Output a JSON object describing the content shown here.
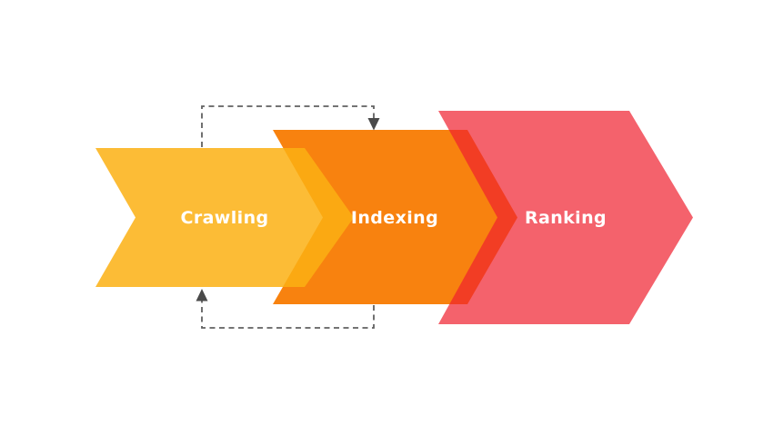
{
  "diagram": {
    "type": "process-flow",
    "background": "#FFFFFF",
    "stages": [
      {
        "label": "Crawling",
        "fill": "rgba(251,176,19,0.85)",
        "rendered_hex": "#FBBE3D"
      },
      {
        "label": "Indexing",
        "fill": "#F8820F",
        "rendered_hex": "#F8820F"
      },
      {
        "label": "Ranking",
        "fill": "rgba(239,31,45,0.70)",
        "rendered_hex": "#F4636D"
      }
    ],
    "overlap_colors": {
      "crawling_over_indexing": "#F9A71E",
      "ranking_over_indexing": "#F23E26"
    },
    "label_color": "#FFFFFF",
    "feedback_loop": {
      "style": "dashed",
      "line_color": "#606060",
      "arrowhead_color": "#4A4A4A"
    }
  }
}
